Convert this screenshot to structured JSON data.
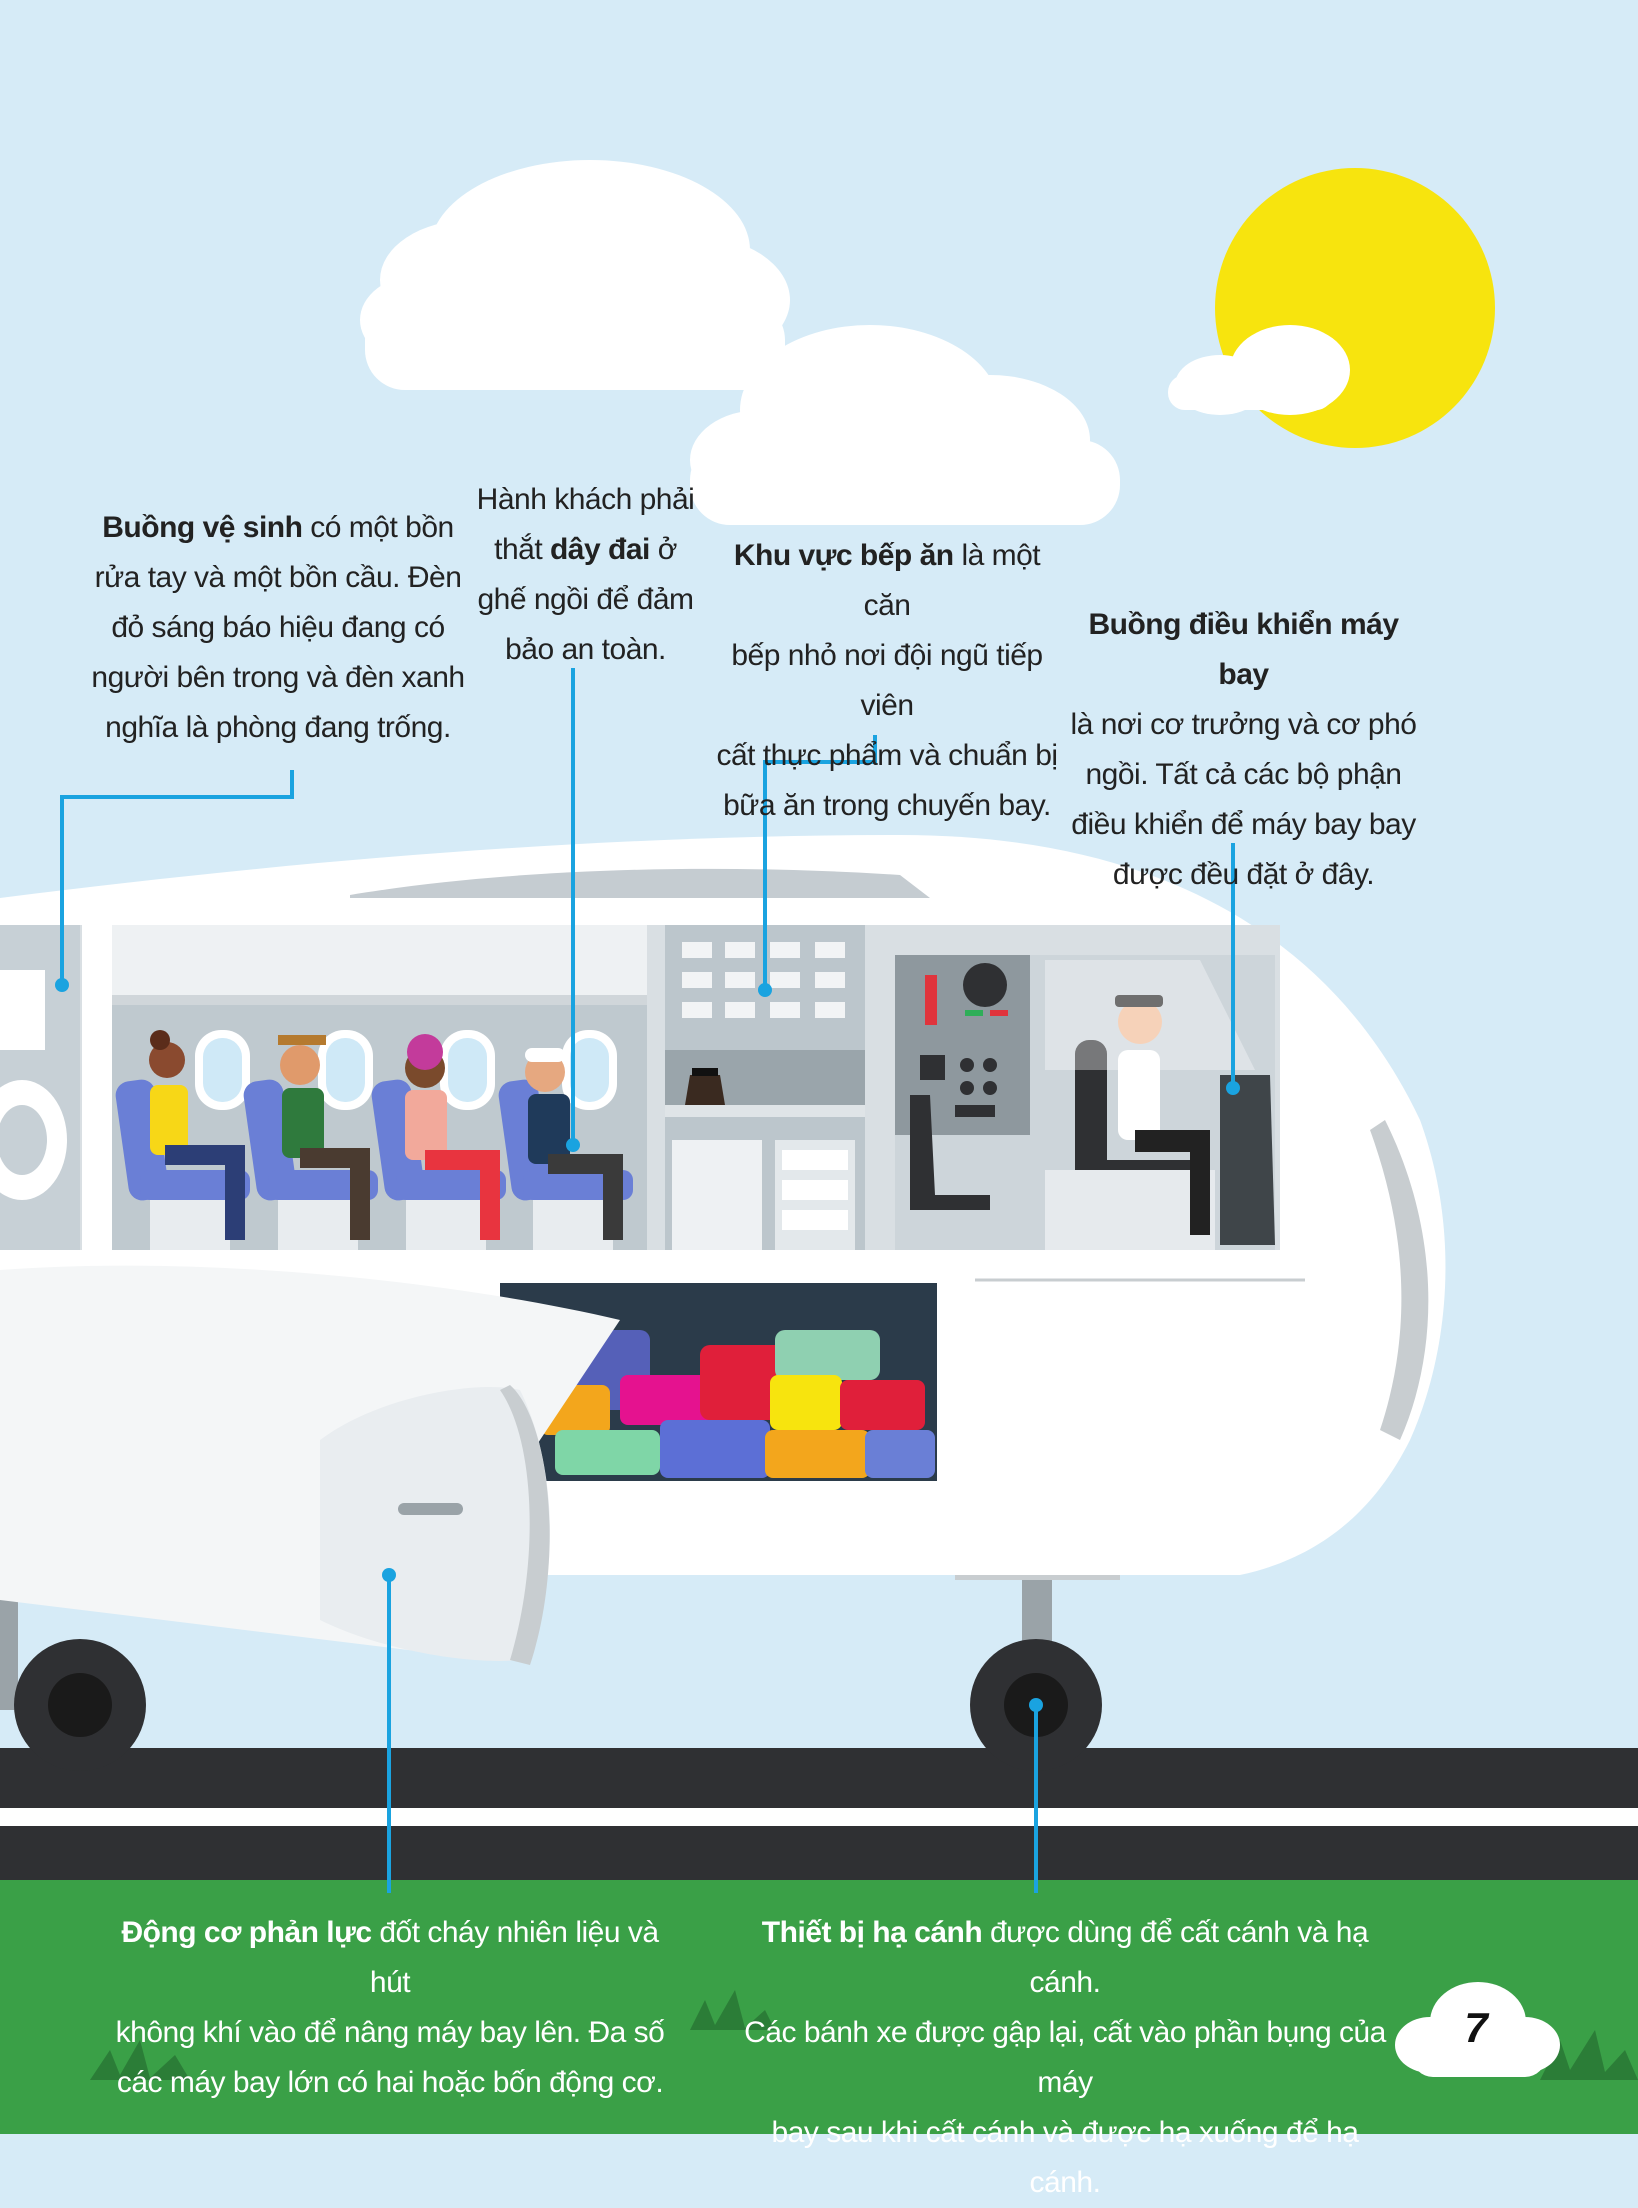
{
  "callouts": {
    "restroom": {
      "bold": "Buồng vệ sinh",
      "line1_rest": " có một bồn",
      "lines": [
        "rửa tay và một bồn cầu. Đèn",
        "đỏ sáng báo hiệu đang có",
        "người bên trong và đèn xanh",
        "nghĩa là phòng đang trống."
      ]
    },
    "seatbelt": {
      "line1": "Hành khách phải",
      "line2_pre": "thắt ",
      "bold": "dây đai",
      "line2_post": " ở",
      "lines": [
        "ghế ngồi để đảm",
        "bảo an toàn."
      ]
    },
    "galley": {
      "bold": "Khu vực bếp ăn",
      "line1_rest": " là một căn",
      "lines": [
        "bếp nhỏ nơi đội ngũ tiếp viên",
        "cất thực phẩm và chuẩn bị",
        "bữa ăn trong chuyến bay."
      ]
    },
    "cockpit": {
      "bold": "Buồng điều khiển máy bay",
      "lines": [
        "là nơi cơ trưởng và cơ phó",
        "ngồi. Tất cả các bộ phận",
        "điều khiển để máy bay bay",
        "được đều đặt ở đây."
      ]
    },
    "engine": {
      "bold": "Động cơ phản lực",
      "line1_rest": " đốt cháy nhiên liệu và hút",
      "lines": [
        "không khí vào để nâng máy bay lên. Đa số",
        "các máy bay lớn có hai hoặc bốn động cơ."
      ]
    },
    "landing_gear": {
      "bold": "Thiết bị hạ cánh",
      "line1_rest": " được dùng để cất cánh và hạ cánh.",
      "lines": [
        "Các bánh xe được gập lại, cất vào phần bụng của máy",
        "bay sau khi cất cánh và được hạ xuống để hạ cánh."
      ]
    }
  },
  "page_number": "7",
  "colors": {
    "sky": "#d6ebf7",
    "sun": "#f7e40e",
    "grass": "#3aa047",
    "runway": "#2f3033",
    "pointer": "#1aa3e0",
    "seat": "#6a7fd6"
  }
}
